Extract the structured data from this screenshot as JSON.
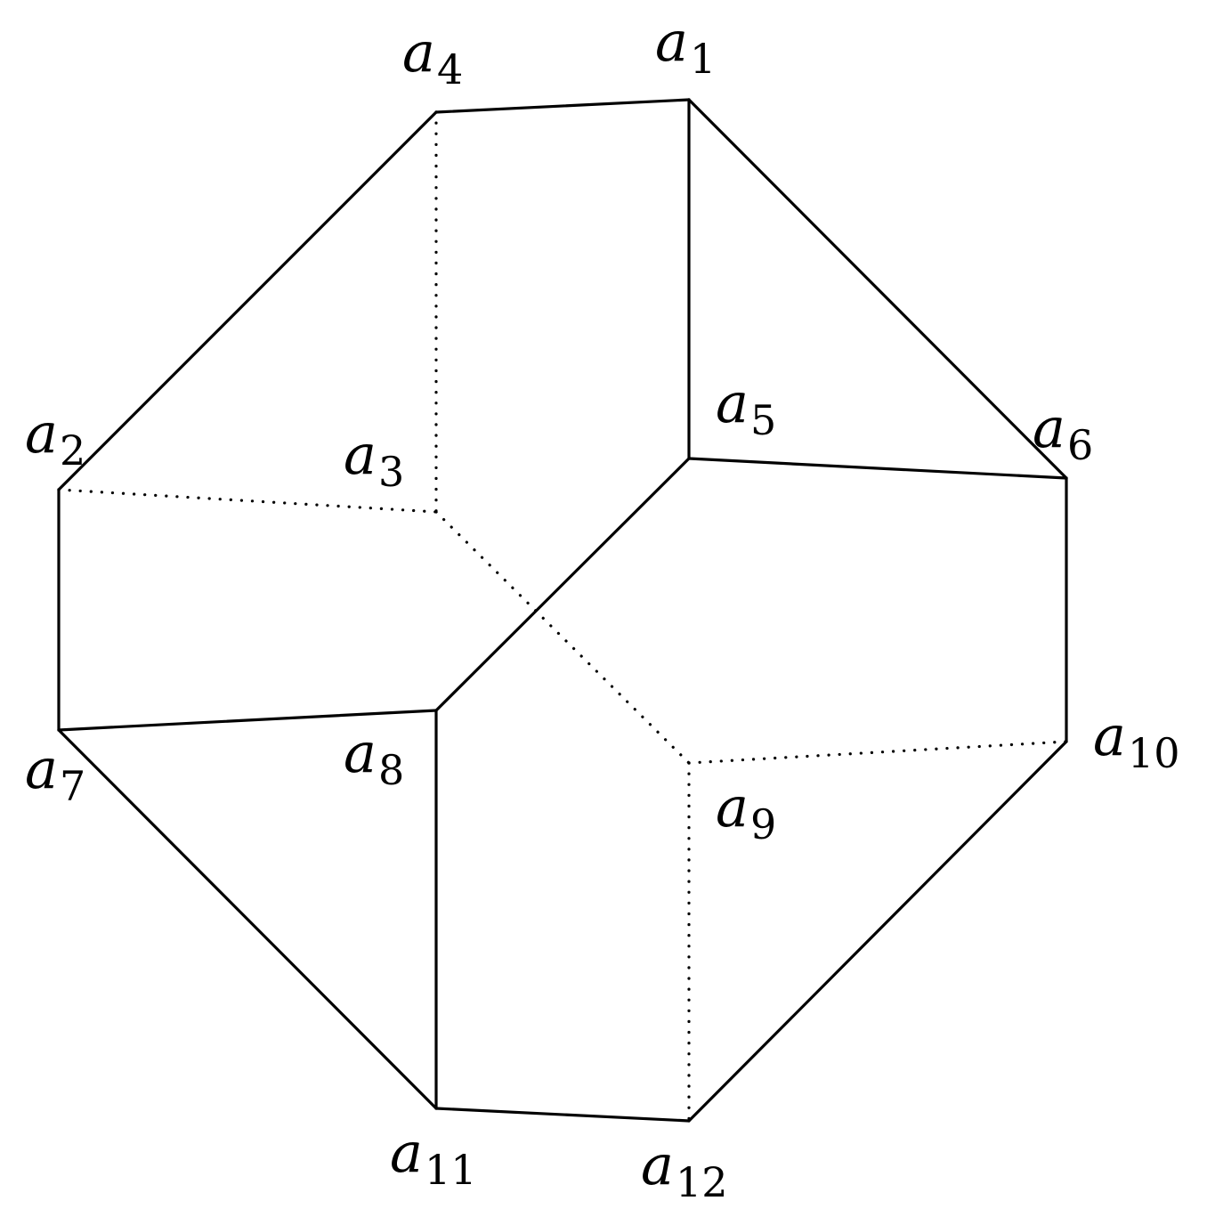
{
  "vertices": [
    {
      "id": "a1",
      "base": "a",
      "sub": "1"
    },
    {
      "id": "a2",
      "base": "a",
      "sub": "2"
    },
    {
      "id": "a3",
      "base": "a",
      "sub": "3"
    },
    {
      "id": "a4",
      "base": "a",
      "sub": "4"
    },
    {
      "id": "a5",
      "base": "a",
      "sub": "5"
    },
    {
      "id": "a6",
      "base": "a",
      "sub": "6"
    },
    {
      "id": "a7",
      "base": "a",
      "sub": "7"
    },
    {
      "id": "a8",
      "base": "a",
      "sub": "8"
    },
    {
      "id": "a9",
      "base": "a",
      "sub": "9"
    },
    {
      "id": "a10",
      "base": "a",
      "sub": "10"
    },
    {
      "id": "a11",
      "base": "a",
      "sub": "11"
    },
    {
      "id": "a12",
      "base": "a",
      "sub": "12"
    }
  ],
  "edges": [
    {
      "from": "a4",
      "to": "a1",
      "style": "solid"
    },
    {
      "from": "a1",
      "to": "a5",
      "style": "solid"
    },
    {
      "from": "a1",
      "to": "a6",
      "style": "solid"
    },
    {
      "from": "a4",
      "to": "a2",
      "style": "solid"
    },
    {
      "from": "a2",
      "to": "a7",
      "style": "solid"
    },
    {
      "from": "a5",
      "to": "a6",
      "style": "solid"
    },
    {
      "from": "a5",
      "to": "a8",
      "style": "solid"
    },
    {
      "from": "a6",
      "to": "a10",
      "style": "solid"
    },
    {
      "from": "a7",
      "to": "a8",
      "style": "solid"
    },
    {
      "from": "a7",
      "to": "a11",
      "style": "solid"
    },
    {
      "from": "a8",
      "to": "a11",
      "style": "solid"
    },
    {
      "from": "a11",
      "to": "a12",
      "style": "solid"
    },
    {
      "from": "a12",
      "to": "a10",
      "style": "solid"
    },
    {
      "from": "a4",
      "to": "a3",
      "style": "dotted"
    },
    {
      "from": "a2",
      "to": "a3",
      "style": "dotted"
    },
    {
      "from": "a3",
      "to": "a9",
      "style": "dotted"
    },
    {
      "from": "a9",
      "to": "a10",
      "style": "dotted"
    },
    {
      "from": "a9",
      "to": "a12",
      "style": "dotted"
    }
  ],
  "colors": {
    "stroke": "#000000",
    "background": "#ffffff"
  }
}
